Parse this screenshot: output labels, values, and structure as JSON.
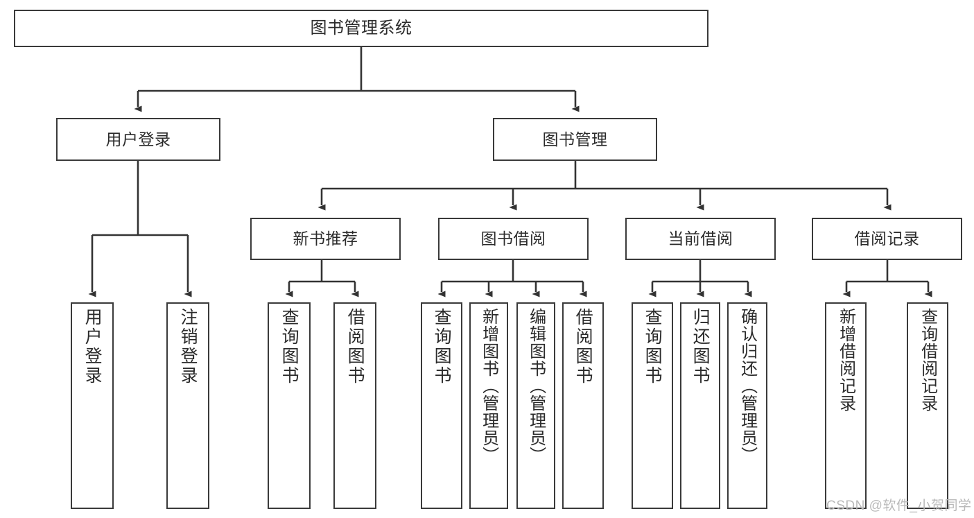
{
  "diagram": {
    "title": "图书管理系统",
    "type": "tree-structure-chart",
    "theme": {
      "background": "#ffffff",
      "node_border": "#3a3a3a",
      "node_fill": "#ffffff",
      "text": "#2b2b2b",
      "edge": "#333333",
      "watermark": "#b9b9b9"
    },
    "root": {
      "label": "图书管理系统"
    },
    "level1": [
      {
        "label": "用户登录"
      },
      {
        "label": "图书管理"
      }
    ],
    "level2": [
      {
        "label": "新书推荐"
      },
      {
        "label": "图书借阅"
      },
      {
        "label": "当前借阅"
      },
      {
        "label": "借阅记录"
      }
    ],
    "leaves": {
      "user_login": [
        {
          "label": "用户登录"
        },
        {
          "label": "注销登录"
        }
      ],
      "new_book_recommend": [
        {
          "label": "查询图书"
        },
        {
          "label": "借阅图书"
        }
      ],
      "book_borrow": [
        {
          "label": "查询图书"
        },
        {
          "label": "新增图书（管理员）"
        },
        {
          "label": "编辑图书（管理员）"
        },
        {
          "label": "借阅图书"
        }
      ],
      "current_borrow": [
        {
          "label": "查询图书"
        },
        {
          "label": "归还图书"
        },
        {
          "label": "确认归还（管理员）"
        }
      ],
      "borrow_record": [
        {
          "label": "新增借阅记录"
        },
        {
          "label": "查询借阅记录"
        }
      ]
    },
    "watermark": "CSDN @软件_小贺同学"
  }
}
